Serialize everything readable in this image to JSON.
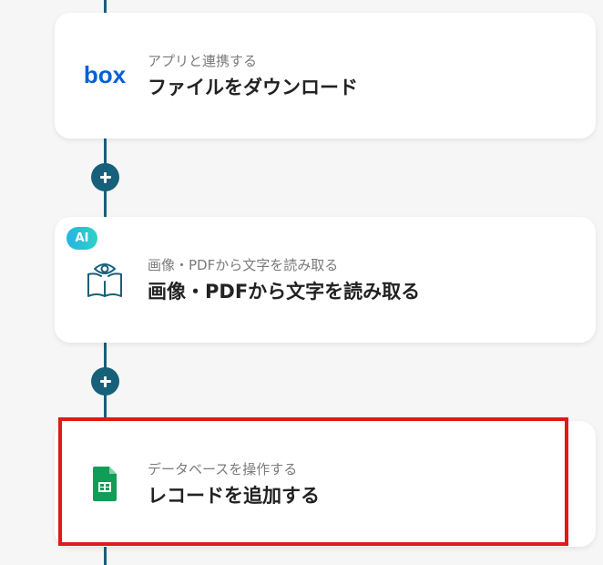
{
  "flow": {
    "steps": [
      {
        "subtitle": "アプリと連携する",
        "title": "ファイルをダウンロード",
        "icon": "box-logo-icon",
        "icon_text": "box",
        "accent": "#0061d5"
      },
      {
        "badge": "AI",
        "subtitle": "画像・PDFから文字を読み取る",
        "title": "画像・PDFから文字を読み取る",
        "icon": "ocr-book-eye-icon",
        "accent": "#17607a"
      },
      {
        "subtitle": "データベースを操作する",
        "title": "レコードを追加する",
        "icon": "google-sheets-icon",
        "accent": "#0f9d58",
        "selected": true,
        "highlight_color": "#e01919"
      }
    ],
    "add_step_icon": "plus-icon",
    "line_color": "#17607a"
  }
}
